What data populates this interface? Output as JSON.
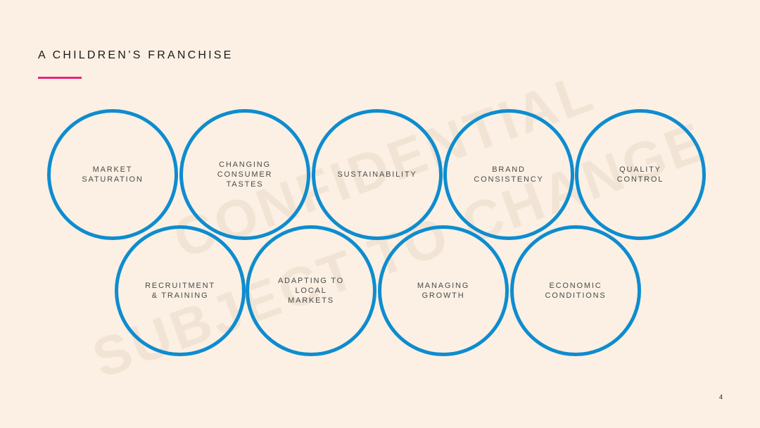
{
  "slide": {
    "title": "A CHILDREN’S FRANCHISE",
    "accent_color": "#e8267c",
    "circle_color": "#0e8ccf",
    "background_color": "#fbf0e3",
    "watermark": {
      "line1": "CONFIDENTIAL",
      "line2": "SUBJECT TO CHANGE"
    },
    "top_row": [
      {
        "label": "MARKET\nSATURATION"
      },
      {
        "label": "CHANGING\nCONSUMER\nTASTES"
      },
      {
        "label": "SUSTAINABILITY"
      },
      {
        "label": "BRAND\nCONSISTENCY"
      },
      {
        "label": "QUALITY\nCONTROL"
      }
    ],
    "bottom_row": [
      {
        "label": "RECRUITMENT\n& TRAINING"
      },
      {
        "label": "ADAPTING TO\nLOCAL\nMARKETS"
      },
      {
        "label": "MANAGING\nGROWTH"
      },
      {
        "label": "ECONOMIC\nCONDITIONS"
      }
    ],
    "page_number": "4"
  }
}
